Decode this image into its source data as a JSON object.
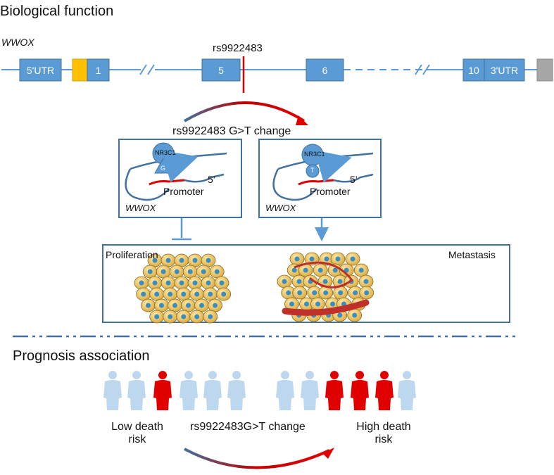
{
  "sections": {
    "biological_function": "Biological function",
    "prognosis_association": "Prognosis association"
  },
  "gene": {
    "name": "WWOX",
    "snp_label": "rs9922483",
    "exons": {
      "utr5": "5'UTR",
      "e1": "1",
      "e5": "5",
      "e6": "6",
      "e10": "10",
      "utr3": "3'UTR"
    }
  },
  "change_label": "rs9922483 G>T change",
  "panels": {
    "left": {
      "protein": "NR3C1",
      "allele": "G",
      "five_prime": "5’",
      "promoter": "Promoter",
      "gene": "WWOX"
    },
    "right": {
      "protein": "NR3C1",
      "allele": "T",
      "five_prime": "5’",
      "promoter": "Promoter",
      "gene": "WWOX"
    }
  },
  "outcomes": {
    "proliferation": "Proliferation",
    "metastasis": "Metastasis"
  },
  "prognosis": {
    "low_risk": "Low death\nrisk",
    "change": "rs9922483G>T change",
    "high_risk": "High death\nrisk",
    "low_group": [
      "normal",
      "normal",
      "red",
      "normal",
      "normal",
      "normal"
    ],
    "high_group": [
      "normal",
      "normal",
      "red",
      "red",
      "red",
      "normal"
    ]
  },
  "colors": {
    "exon_blue": "#5b9bd5",
    "exon_yellow": "#ffc000",
    "exon_gray": "#a6a6a6",
    "snp_red": "#e00000",
    "person_light": "#bdd7ee",
    "person_red": "#e00000",
    "line_blue": "#41719c"
  }
}
